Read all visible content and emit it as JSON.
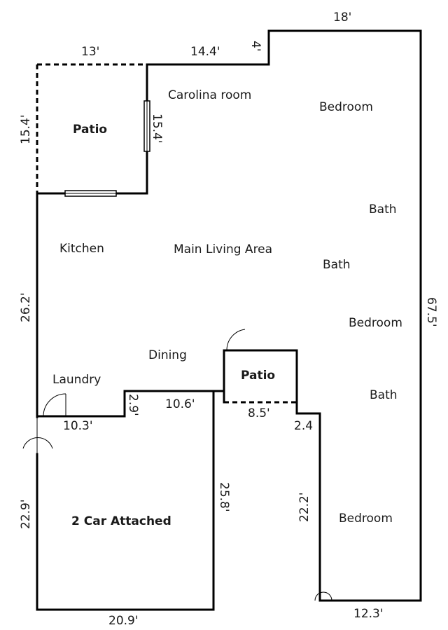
{
  "rooms": {
    "patio_top": "Patio",
    "carolina": "Carolina room",
    "bedroom_top": "Bedroom",
    "kitchen": "Kitchen",
    "main_living": "Main Living Area",
    "bath_1": "Bath",
    "bath_2": "Bath",
    "bedroom_mid": "Bedroom",
    "dining": "Dining",
    "laundry": "Laundry",
    "patio_mid": "Patio",
    "bath_3": "Bath",
    "garage": "2 Car Attached",
    "bedroom_bottom": "Bedroom"
  },
  "dimensions": {
    "top_18": "18'",
    "top_13": "13'",
    "top_14_4": "14.4'",
    "step_4": "4'",
    "patio_left_15_4": "15.4'",
    "patio_right_15_4": "15.4'",
    "left_26_2": "26.2'",
    "right_67_5": "67.5'",
    "laundry_2_9": "2.9'",
    "dining_10_6": "10.6'",
    "laundry_10_3": "10.3'",
    "patio_8_5": "8.5'",
    "step_2_4": "2.4",
    "garage_left_22_9": "22.9'",
    "garage_right_25_8": "25.8'",
    "bedroom_left_22_2": "22.2'",
    "bottom_20_9": "20.9'",
    "bottom_12_3": "12.3'"
  }
}
